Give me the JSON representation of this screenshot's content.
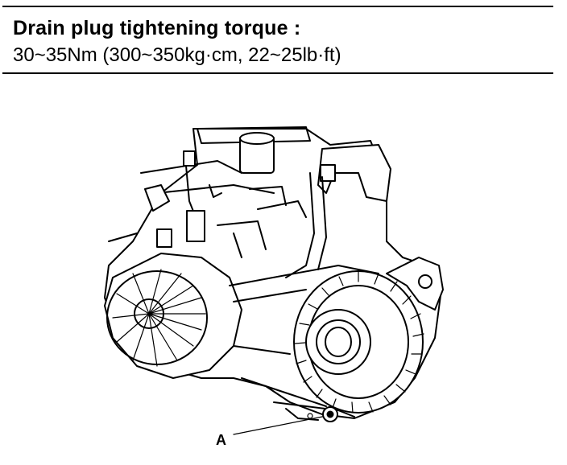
{
  "spec": {
    "title": "Drain plug tightening torque :",
    "value": "30~35Nm (300~350kg·cm, 22~25lb·ft)"
  },
  "figure": {
    "callout_label": "A"
  }
}
